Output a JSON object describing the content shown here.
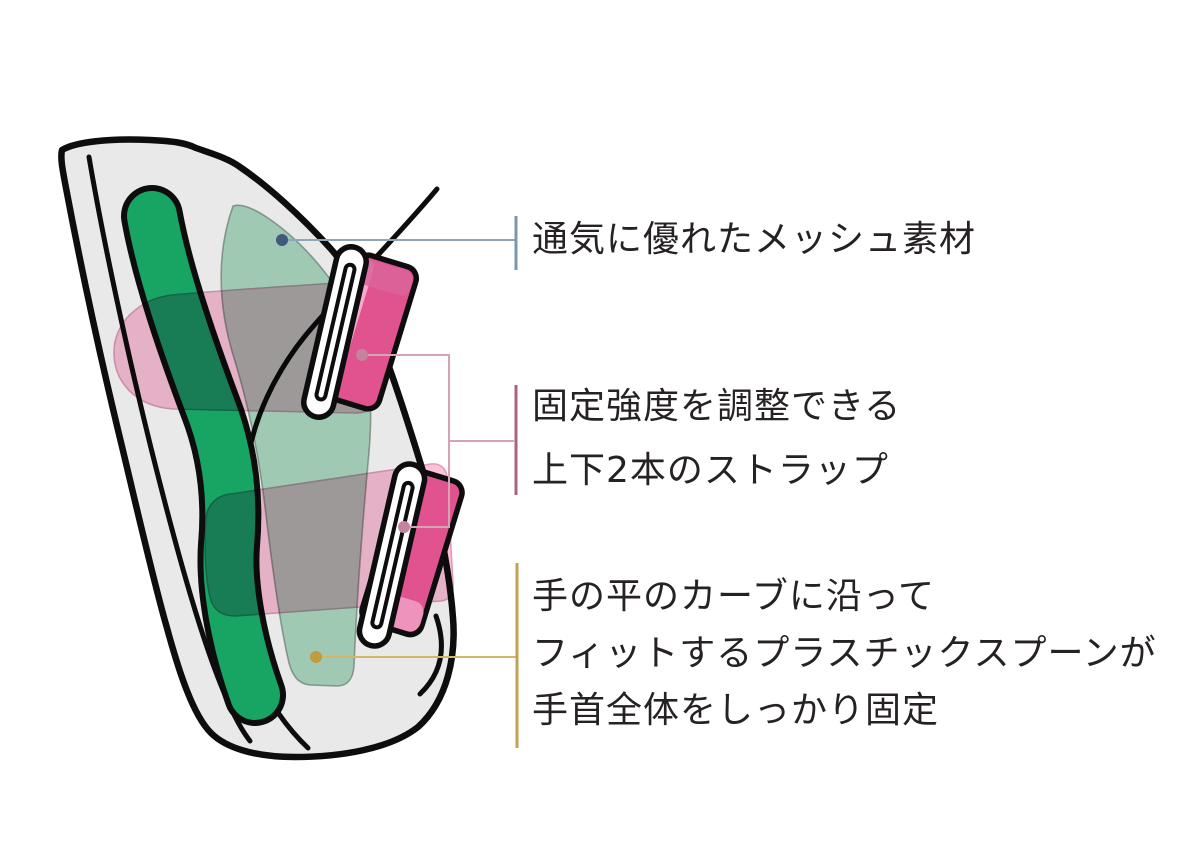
{
  "figure_type": "product-feature-diagram",
  "annotations": [
    {
      "id": "mesh",
      "lines": [
        "通気に優れたメッシュ素材"
      ],
      "leader_line_color": "#8fa6b8",
      "dot_color": "#41597a"
    },
    {
      "id": "straps",
      "lines": [
        "固定強度を調整できる",
        "上下2本のストラップ"
      ],
      "leader_line_color": "#d4a4b3",
      "tick_color": "#ab6379",
      "dot_color": "#c583a0"
    },
    {
      "id": "spoon",
      "lines": [
        "手の平のカーブに沿って",
        "フィットするプラスチックスプーンが",
        "手首全体をしっかり固定"
      ],
      "leader_line_color": "#d3b766",
      "tick_color": "#c0a351",
      "dot_color": "#c29b3e"
    }
  ],
  "colors": {
    "text": "#262224",
    "outline_black": "#0d0d0d",
    "body_gray": "#e9e9e9",
    "strap_green": "#18a463",
    "spoon_teal": "#afdcc4",
    "band_pink": "#fbc2da",
    "strap_deep_pink": "#e1538e",
    "strap_light_pink": "#f4abca",
    "strap_fold_pink": "#ee93bb",
    "ring_white": "#ffffff",
    "background": "#ffffff"
  }
}
